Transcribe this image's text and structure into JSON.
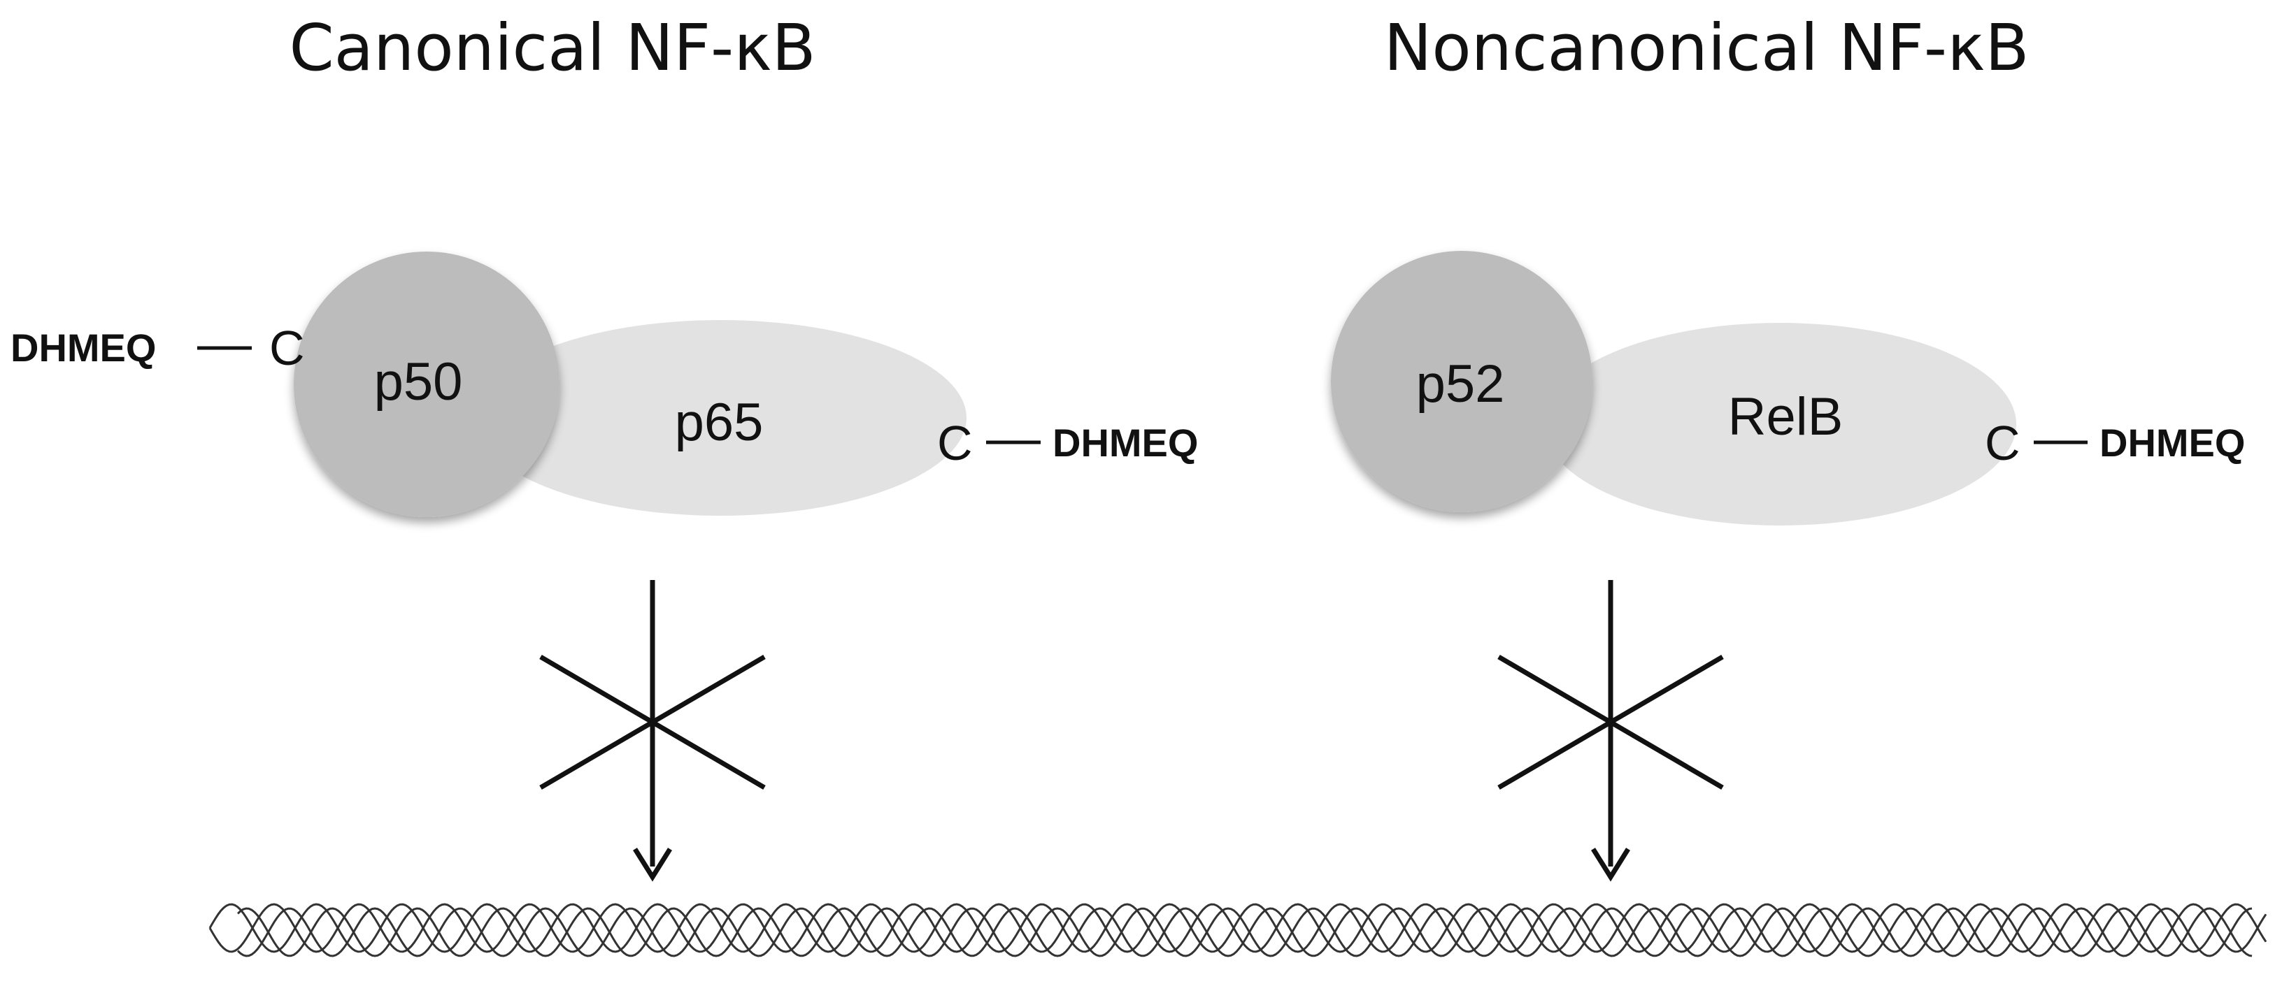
{
  "titles": {
    "canonical": "Canonical NF-κB",
    "noncanonical": "Noncanonical NF-κB"
  },
  "canonical": {
    "subunit_a": "p50",
    "subunit_b": "p65",
    "cysteine": "C",
    "inhibitor": "DHMEQ"
  },
  "noncanonical": {
    "subunit_a": "p52",
    "subunit_b": "RelB",
    "cysteine": "C",
    "inhibitor": "DHMEQ"
  },
  "colors": {
    "dark_subunit": "#bcbcbc",
    "light_subunit": "#e2e2e2",
    "ink": "#111111"
  }
}
